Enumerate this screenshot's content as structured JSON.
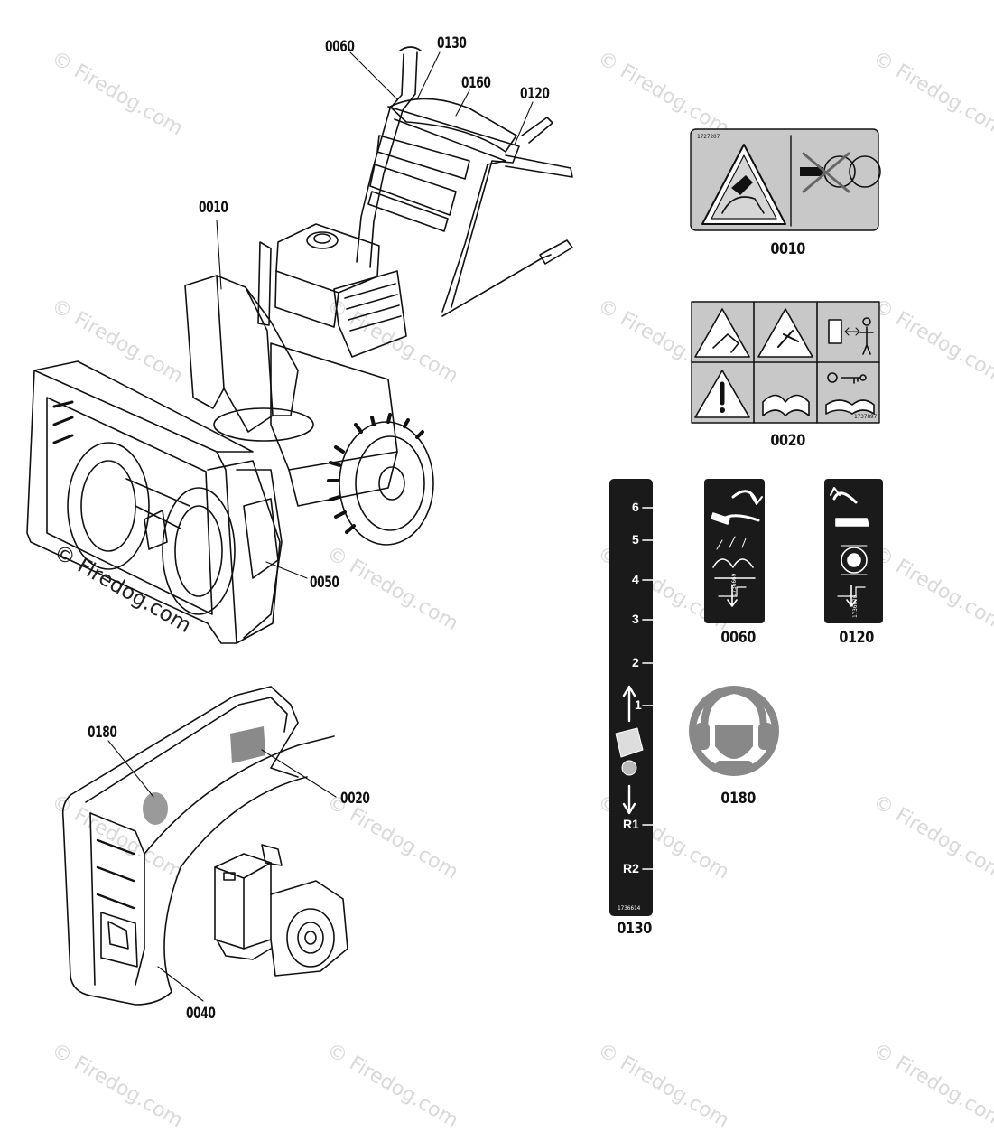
{
  "watermark": "© Firedog.com",
  "callouts": {
    "c0060": "0060",
    "c0130": "0130",
    "c0160": "0160",
    "c0120": "0120",
    "c0010": "0010",
    "c0050": "0050",
    "c0180": "0180",
    "c0020": "0020",
    "c0040": "0040"
  },
  "decals": {
    "d0010": {
      "label": "0010",
      "code": "1727207"
    },
    "d0020": {
      "label": "0020",
      "code": "1737897"
    },
    "d0060": {
      "label": "0060",
      "code": "1736669"
    },
    "d0120": {
      "label": "0120",
      "code": "1736670"
    },
    "d0130": {
      "label": "0130",
      "code": "1736614",
      "gears": [
        "6",
        "5",
        "4",
        "3",
        "2",
        "1",
        "R1",
        "R2"
      ]
    },
    "d0180": {
      "label": "0180"
    }
  }
}
